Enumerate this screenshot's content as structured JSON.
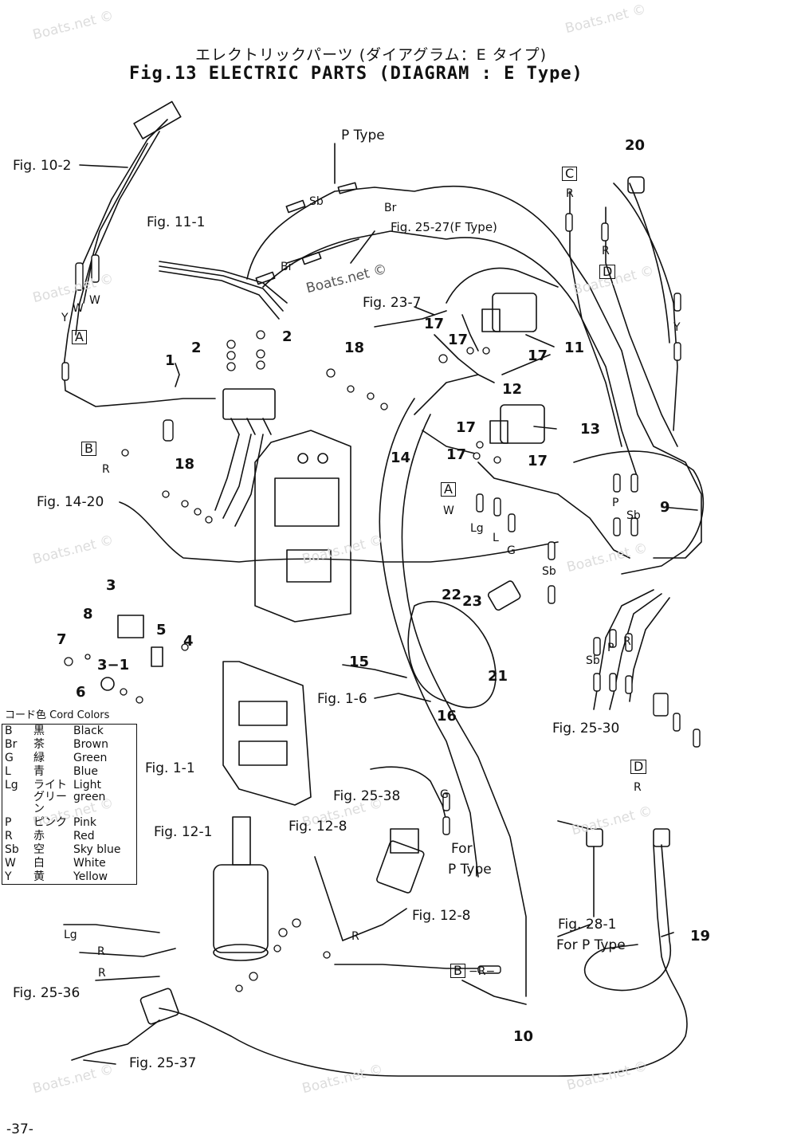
{
  "title": {
    "japanese": "エレクトリックパーツ (ダイアグラム：E タイプ)",
    "english": "Fig.13 ELECTRIC PARTS (DIAGRAM : E Type)"
  },
  "page_number": "-37-",
  "watermark": "Boats.net ©",
  "colors": {
    "line": "#111111",
    "watermark": "#dcdcdc",
    "background": "#ffffff"
  },
  "callouts": [
    {
      "id": "n1",
      "text": "1"
    },
    {
      "id": "n2a",
      "text": "2"
    },
    {
      "id": "n2b",
      "text": "2"
    },
    {
      "id": "n3",
      "text": "3"
    },
    {
      "id": "n3_1",
      "text": "3−1"
    },
    {
      "id": "n4",
      "text": "4"
    },
    {
      "id": "n5",
      "text": "5"
    },
    {
      "id": "n6",
      "text": "6"
    },
    {
      "id": "n7",
      "text": "7"
    },
    {
      "id": "n8",
      "text": "8"
    },
    {
      "id": "n9",
      "text": "9"
    },
    {
      "id": "n10",
      "text": "10"
    },
    {
      "id": "n11",
      "text": "11"
    },
    {
      "id": "n12",
      "text": "12"
    },
    {
      "id": "n13",
      "text": "13"
    },
    {
      "id": "n14",
      "text": "14"
    },
    {
      "id": "n15",
      "text": "15"
    },
    {
      "id": "n16",
      "text": "16"
    },
    {
      "id": "n17a",
      "text": "17"
    },
    {
      "id": "n17b",
      "text": "17"
    },
    {
      "id": "n17c",
      "text": "17"
    },
    {
      "id": "n17d",
      "text": "17"
    },
    {
      "id": "n17e",
      "text": "17"
    },
    {
      "id": "n17f",
      "text": "17"
    },
    {
      "id": "n18a",
      "text": "18"
    },
    {
      "id": "n18b",
      "text": "18"
    },
    {
      "id": "n19",
      "text": "19"
    },
    {
      "id": "n20",
      "text": "20"
    },
    {
      "id": "n21",
      "text": "21"
    },
    {
      "id": "n22",
      "text": "22"
    },
    {
      "id": "n23",
      "text": "23"
    }
  ],
  "figure_refs": [
    {
      "id": "f10_2",
      "text": "Fig. 10-2"
    },
    {
      "id": "f11_1",
      "text": "Fig. 11-1"
    },
    {
      "id": "f25_27",
      "text": "Fig. 25-27(F Type)"
    },
    {
      "id": "f23_7",
      "text": "Fig. 23-7"
    },
    {
      "id": "f14_20",
      "text": "Fig. 14-20"
    },
    {
      "id": "f1_6",
      "text": "Fig. 1-6"
    },
    {
      "id": "f1_1",
      "text": "Fig. 1-1"
    },
    {
      "id": "f25_38",
      "text": "Fig. 25-38"
    },
    {
      "id": "f12_1",
      "text": "Fig. 12-1"
    },
    {
      "id": "f12_8a",
      "text": "Fig. 12-8"
    },
    {
      "id": "f12_8b",
      "text": "Fig. 12-8"
    },
    {
      "id": "f25_30",
      "text": "Fig. 25-30"
    },
    {
      "id": "f28_1",
      "text": "Fig. 28-1"
    },
    {
      "id": "f25_36",
      "text": "Fig. 25-36"
    },
    {
      "id": "f25_37",
      "text": "Fig. 25-37"
    }
  ],
  "notes": [
    {
      "id": "ptype",
      "text": "P Type"
    },
    {
      "id": "for_p_a",
      "text": "For"
    },
    {
      "id": "for_p_b",
      "text": "P Type"
    },
    {
      "id": "for_p_c",
      "text": "For P Type"
    }
  ],
  "connector_boxes": [
    {
      "id": "bA1",
      "text": "A"
    },
    {
      "id": "bA2",
      "text": "A"
    },
    {
      "id": "bB1",
      "text": "B"
    },
    {
      "id": "bB2",
      "text": "B"
    },
    {
      "id": "bC",
      "text": "C"
    },
    {
      "id": "bD1",
      "text": "D"
    },
    {
      "id": "bD2",
      "text": "D"
    }
  ],
  "wire_codes": [
    {
      "id": "w1",
      "text": "Sb"
    },
    {
      "id": "w2",
      "text": "Br"
    },
    {
      "id": "w3",
      "text": "Br"
    },
    {
      "id": "w4",
      "text": "W"
    },
    {
      "id": "w5",
      "text": "W"
    },
    {
      "id": "w6",
      "text": "Y"
    },
    {
      "id": "w7",
      "text": "R"
    },
    {
      "id": "w8",
      "text": "R"
    },
    {
      "id": "w9",
      "text": "R"
    },
    {
      "id": "w10",
      "text": "Y"
    },
    {
      "id": "w11",
      "text": "W"
    },
    {
      "id": "w12",
      "text": "Lg"
    },
    {
      "id": "w13",
      "text": "L"
    },
    {
      "id": "w14",
      "text": "G"
    },
    {
      "id": "w15",
      "text": "Sb"
    },
    {
      "id": "w16",
      "text": "P"
    },
    {
      "id": "w17",
      "text": "Sb"
    },
    {
      "id": "w18",
      "text": "Sb"
    },
    {
      "id": "w19",
      "text": "P"
    },
    {
      "id": "w20",
      "text": "R"
    },
    {
      "id": "w21",
      "text": "R"
    },
    {
      "id": "w22",
      "text": "G"
    },
    {
      "id": "w23",
      "text": "R"
    },
    {
      "id": "w24",
      "text": "−R−"
    },
    {
      "id": "w25",
      "text": "Lg"
    },
    {
      "id": "w26",
      "text": "R"
    },
    {
      "id": "w27",
      "text": "R"
    }
  ],
  "legend": {
    "header": "コード色  Cord Colors",
    "rows": [
      {
        "code": "B",
        "jp": "黒",
        "en": "Black"
      },
      {
        "code": "Br",
        "jp": "茶",
        "en": "Brown"
      },
      {
        "code": "G",
        "jp": "緑",
        "en": "Green"
      },
      {
        "code": "L",
        "jp": "青",
        "en": "Blue"
      },
      {
        "code": "Lg",
        "jp": "ライト グリーン",
        "en": "Light green"
      },
      {
        "code": "P",
        "jp": "ピンク",
        "en": "Pink"
      },
      {
        "code": "R",
        "jp": "赤",
        "en": "Red"
      },
      {
        "code": "Sb",
        "jp": "空",
        "en": "Sky blue"
      },
      {
        "code": "W",
        "jp": "白",
        "en": "White"
      },
      {
        "code": "Y",
        "jp": "黄",
        "en": "Yellow"
      }
    ]
  }
}
